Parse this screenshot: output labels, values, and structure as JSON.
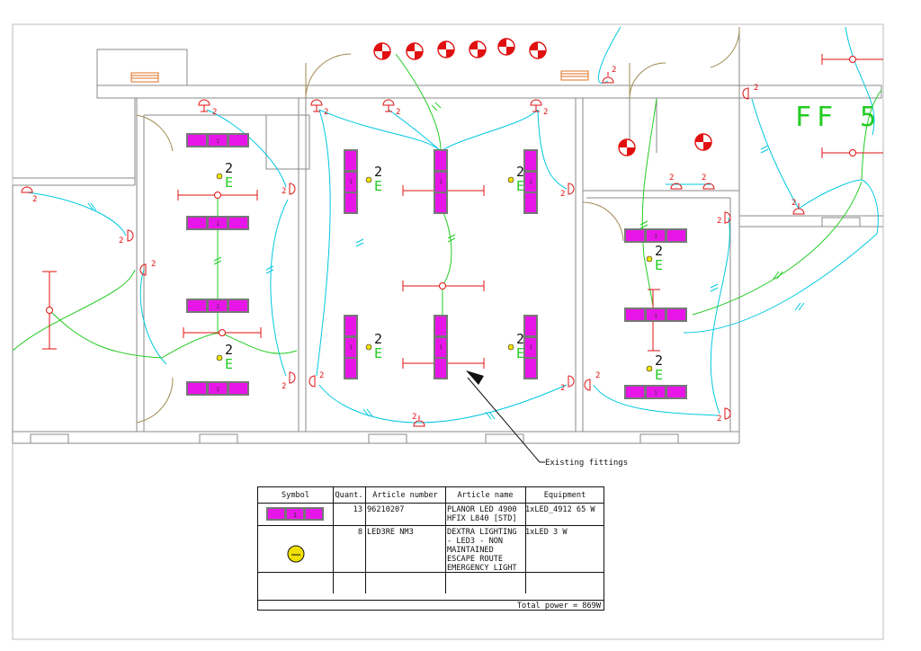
{
  "drawing": {
    "room_label": "FF 5",
    "fixture_labels": [
      "1",
      "1",
      "1",
      "1",
      "1",
      "1",
      "1",
      "1",
      "1",
      "1",
      "1",
      "1",
      "1"
    ],
    "emergency_tag_number": "2",
    "emergency_tag_letter": "E",
    "detector_tag": "2",
    "callout": "Existing fittings",
    "colors": {
      "fixture_fill": "#e815e8",
      "fixture_border": "#777777",
      "switch_wire": "#00c8e0",
      "emergency_wire": "#22cc22",
      "detector_red": "#e01010",
      "wall_gray": "#8a8a8a",
      "door_arc": "#a08a50",
      "vent_orange": "#e07020",
      "emergency_dot": "#f0e000",
      "black": "#111111"
    }
  },
  "legend": {
    "headers": [
      "Symbol",
      "Quant.",
      "Article number",
      "Article name",
      "Equipment"
    ],
    "rows": [
      {
        "symbol": "led-panel-fixture",
        "symbol_label": "1",
        "quantity": "13",
        "article_number": "96210207",
        "article_name": "PLANOR LED 4900\nHFIX L840 [STD]",
        "equipment": "1xLED_4912 65 W"
      },
      {
        "symbol": "emergency-light-icon",
        "quantity": "8",
        "article_number": "LED3RE NM3",
        "article_name": "DEXTRA LIGHTING\n- LED3 - NON\nMAINTAINED\nESCAPE ROUTE\nEMERGENCY LIGHT",
        "equipment": "1xLED 3 W"
      }
    ],
    "total_power": "Total power = 869W"
  }
}
